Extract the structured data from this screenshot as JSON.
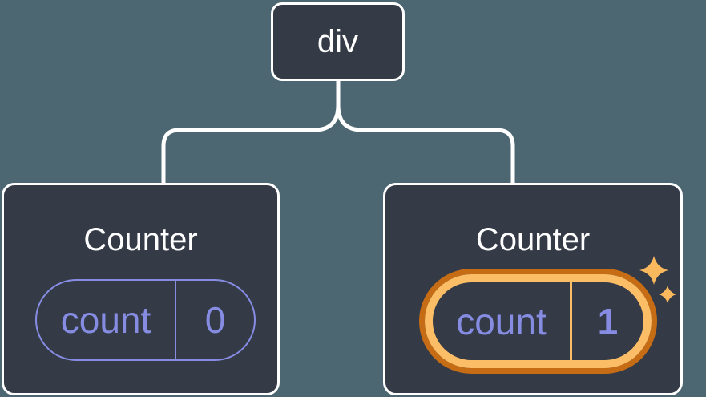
{
  "colors": {
    "page_bg": "#4c6771",
    "card_bg": "#343a46",
    "card_border": "#ffffff",
    "connector": "#ffffff",
    "text_primary": "#ffffff",
    "state_accent": "#858ce2",
    "ring_outer": "#c56c15",
    "ring_inner": "#fbbd66",
    "sparkle": "#fbb95e"
  },
  "tree": {
    "root": {
      "label": "div"
    },
    "children": [
      {
        "title": "Counter",
        "state_pill": {
          "key": "count",
          "value": "0"
        },
        "highlighted": false
      },
      {
        "title": "Counter",
        "state_pill": {
          "key": "count",
          "value": "1"
        },
        "highlighted": true
      }
    ]
  },
  "icons": {
    "sparkles": "sparkles-icon"
  }
}
